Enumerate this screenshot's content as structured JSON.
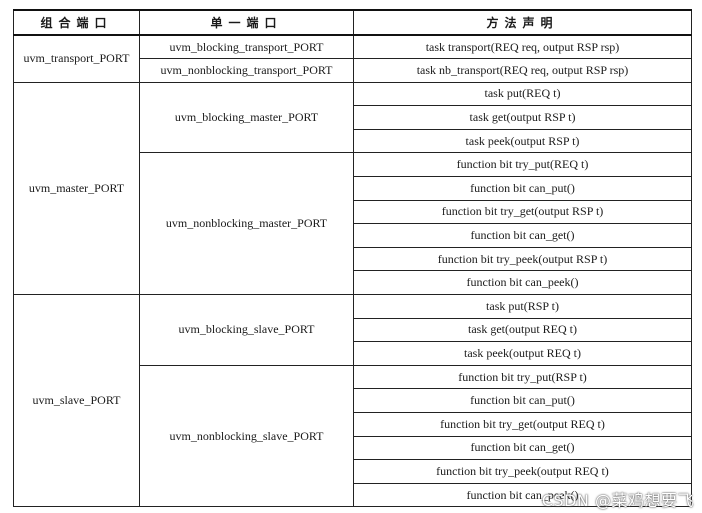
{
  "table": {
    "headers": [
      "组合端口",
      "单一端口",
      "方法声明"
    ],
    "groups": [
      {
        "combined": "uvm_transport_PORT",
        "ports": [
          {
            "single": "uvm_blocking_transport_PORT",
            "methods": [
              "task transport(REQ req, output RSP rsp)"
            ]
          },
          {
            "single": "uvm_nonblocking_transport_PORT",
            "methods": [
              "task nb_transport(REQ req, output RSP rsp)"
            ]
          }
        ]
      },
      {
        "combined": "uvm_master_PORT",
        "ports": [
          {
            "single": "uvm_blocking_master_PORT",
            "methods": [
              "task put(REQ t)",
              "task get(output RSP t)",
              "task peek(output RSP t)"
            ]
          },
          {
            "single": "uvm_nonblocking_master_PORT",
            "methods": [
              "function bit try_put(REQ t)",
              "function bit can_put()",
              "function bit try_get(output RSP t)",
              "function bit can_get()",
              "function bit try_peek(output RSP t)",
              "function bit can_peek()"
            ]
          }
        ]
      },
      {
        "combined": "uvm_slave_PORT",
        "ports": [
          {
            "single": "uvm_blocking_slave_PORT",
            "methods": [
              "task put(RSP t)",
              "task get(output REQ t)",
              "task peek(output REQ t)"
            ]
          },
          {
            "single": "uvm_nonblocking_slave_PORT",
            "methods": [
              "function bit try_put(RSP t)",
              "function bit can_put()",
              "function bit try_get(output REQ t)",
              "function bit can_get()",
              "function bit try_peek(output REQ t)",
              "function bit can_peek()"
            ]
          }
        ]
      }
    ]
  },
  "watermark": "CSDN @菜鸡想要飞"
}
